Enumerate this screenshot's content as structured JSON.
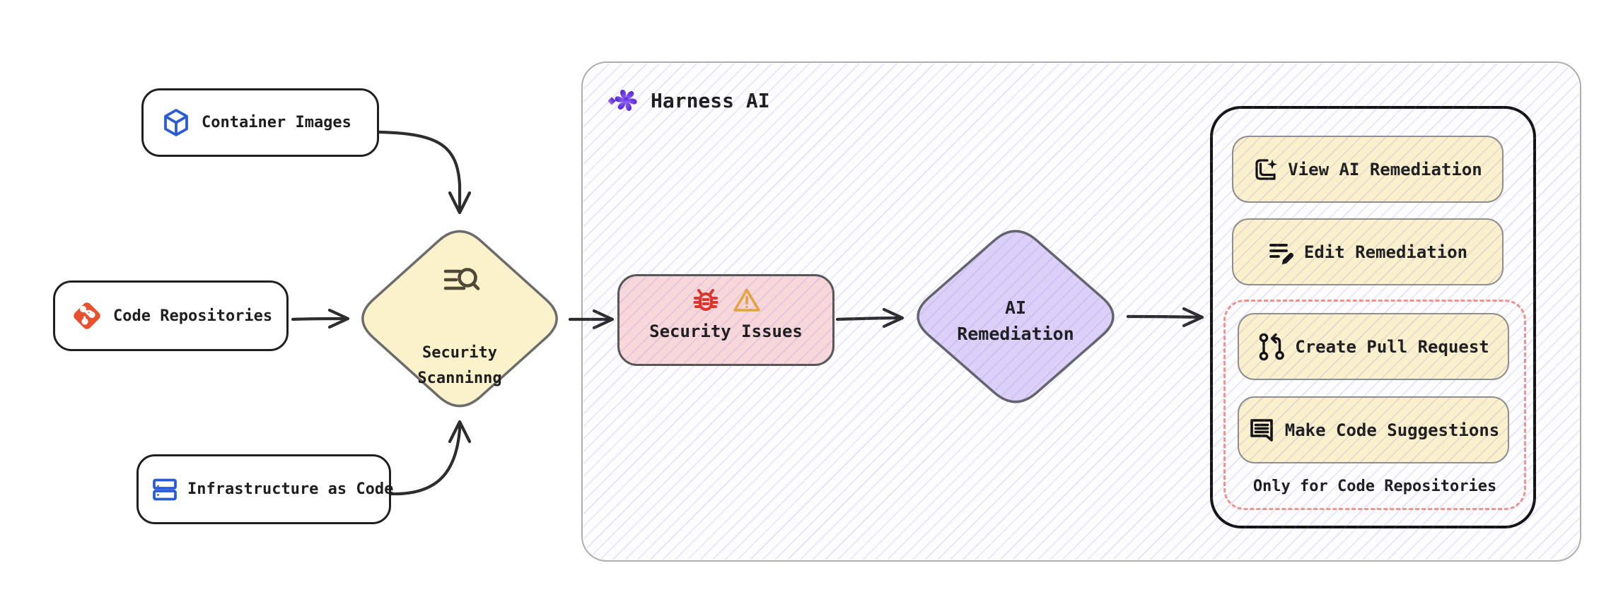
{
  "harness": {
    "title": "Harness AI",
    "icon": "harness-flower-icon"
  },
  "sources": [
    {
      "label": "Container Images",
      "icon": "cube-icon"
    },
    {
      "label": "Code Repositories",
      "icon": "git-icon"
    },
    {
      "label": "Infrastructure as Code",
      "icon": "server-stack-icon"
    }
  ],
  "scanning": {
    "line1": "Security",
    "line2": "Scanninng",
    "icon": "search-list-icon"
  },
  "issues": {
    "label": "Security Issues",
    "icons": [
      "bug-icon",
      "warning-triangle-icon"
    ]
  },
  "remediation": {
    "line1": "AI",
    "line2": "Remediation"
  },
  "actions": [
    {
      "label": "View AI Remediation",
      "icon": "view-remediation-icon"
    },
    {
      "label": "Edit Remediation",
      "icon": "edit-remediation-icon"
    }
  ],
  "repo_actions": {
    "items": [
      {
        "label": "Create Pull Request",
        "icon": "pull-request-icon"
      },
      {
        "label": "Make Code Suggestions",
        "icon": "code-suggestions-icon"
      }
    ],
    "note": "Only for Code Repositories"
  },
  "colors": {
    "node_yellow": "#FBF1CB",
    "node_pink": "#F8D7DA",
    "node_purple": "#DCD0F8",
    "dashed_red": "#F2948C",
    "hatch_lavender": "#DDD9F3",
    "icon_blue": "#2A5BD7",
    "git_orange": "#E8502E",
    "bug_red": "#E23328",
    "warning_orange": "#E9A23B",
    "harness_purple": "#6D36EE",
    "arrow_dark": "#2D2D2D"
  }
}
